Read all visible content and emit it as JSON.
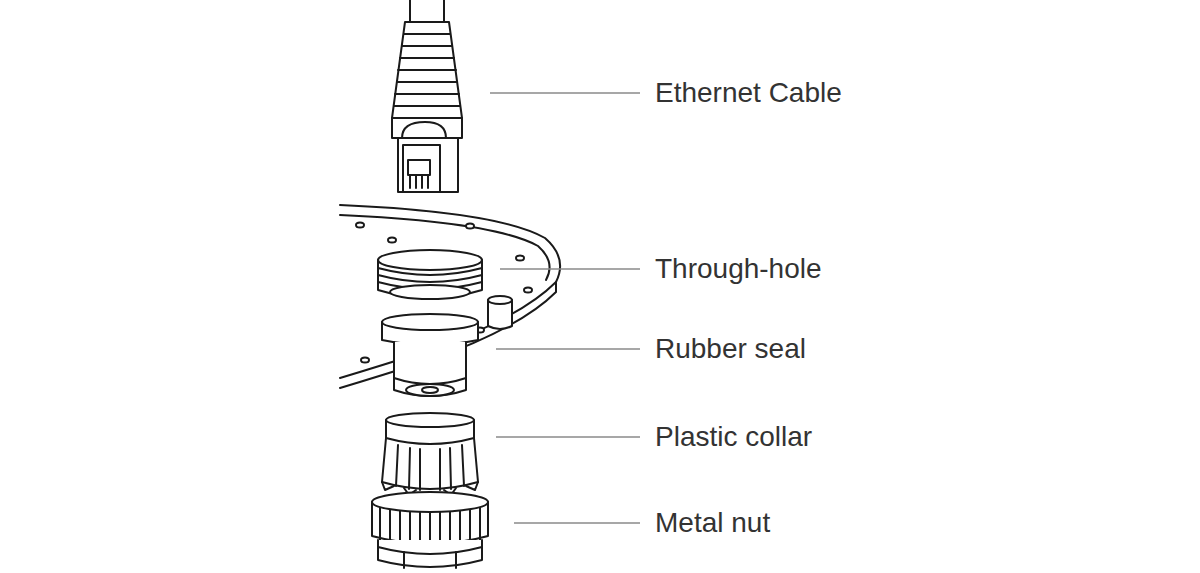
{
  "diagram": {
    "labels": [
      "Ethernet Cable",
      "Through-hole",
      "Rubber seal",
      "Plastic collar",
      "Metal nut"
    ]
  }
}
